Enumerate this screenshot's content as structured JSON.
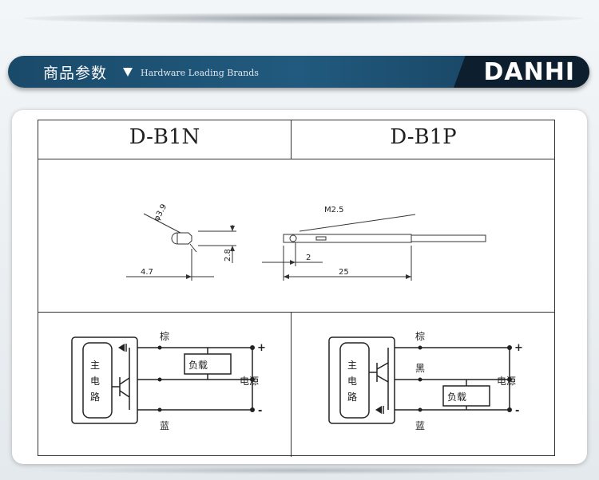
{
  "header": {
    "title": "商品参数",
    "subtitle": "Hardware Leading Brands",
    "brand": "DANHI"
  },
  "models": [
    "D-B1N",
    "D-B1P"
  ],
  "dimensions": {
    "diameter": "φ3.9",
    "height": "2.8",
    "length_left": "4.7",
    "thread": "M2.5",
    "offset": "2",
    "length_right": "25"
  },
  "circuit": {
    "main_circuit": [
      "主",
      "电",
      "路"
    ],
    "brown": "棕",
    "blue": "蓝",
    "black": "黑",
    "load": "负载",
    "power": "电源",
    "plus": "+",
    "minus": "-"
  },
  "colors": {
    "banner": "#215a7e",
    "line": "#333333"
  }
}
